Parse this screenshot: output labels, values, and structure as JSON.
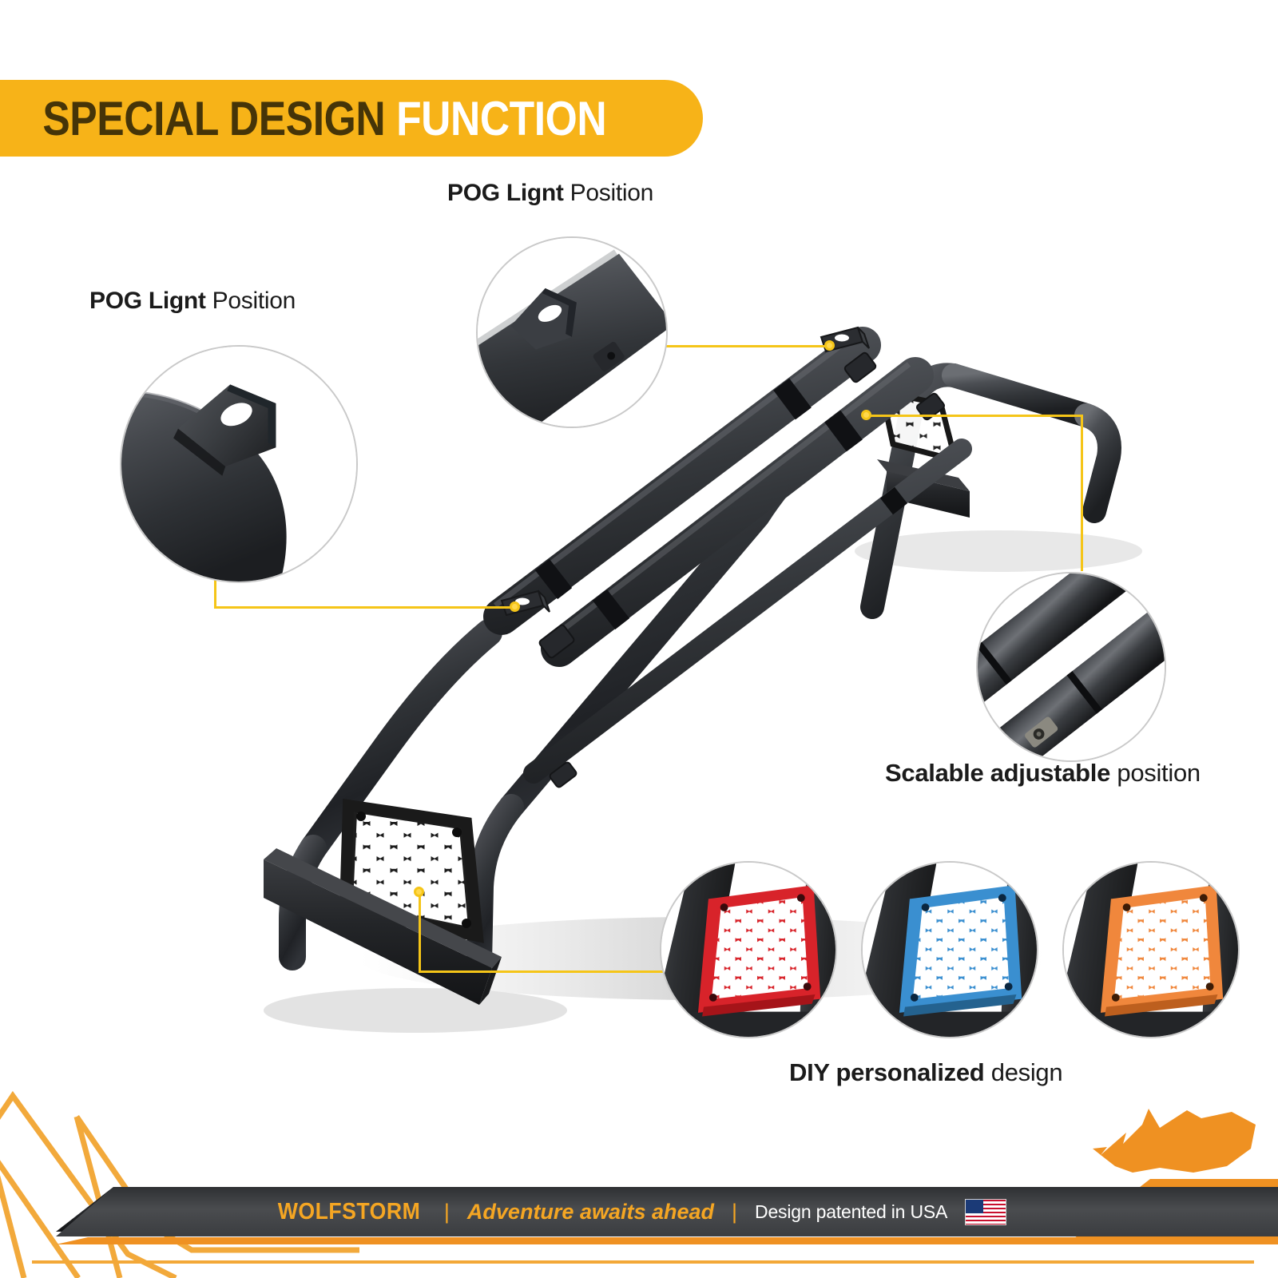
{
  "header": {
    "title_dark": "SPECIAL DESIGN",
    "title_light": "FUNCTION"
  },
  "callouts": [
    {
      "id": "pog-left",
      "bold": "POG Lignt",
      "regular": "Position"
    },
    {
      "id": "pog-top",
      "bold": "POG Lignt",
      "regular": "Position"
    },
    {
      "id": "scalable",
      "bold": "Scalable adjustable",
      "regular": "position"
    },
    {
      "id": "diy",
      "bold": "DIY personalized",
      "regular": "design"
    }
  ],
  "detail_circles": [
    {
      "id": "pog-bracket-left",
      "caption": "POG Lignt Position",
      "subject": "light-mount-bracket"
    },
    {
      "id": "pog-bracket-top",
      "caption": "POG Lignt Position",
      "subject": "light-mount-bracket"
    },
    {
      "id": "telescoping-tubes",
      "caption": "Scalable adjustable position",
      "subject": "adjustable-crossbar-joint"
    },
    {
      "id": "mesh-red",
      "caption": "DIY personalized design",
      "subject": "honeycomb-mesh-panel",
      "color": "#d8232a"
    },
    {
      "id": "mesh-blue",
      "caption": "DIY personalized design",
      "subject": "honeycomb-mesh-panel",
      "color": "#3a8fd0"
    },
    {
      "id": "mesh-orange",
      "caption": "DIY personalized design",
      "subject": "honeycomb-mesh-panel",
      "color": "#f0873c"
    }
  ],
  "product": {
    "name": "truck-bed-chase-rack-roll-bar",
    "finish": "textured black",
    "mesh_panel_color": "#1c1c1c"
  },
  "footer": {
    "brand": "WOLFSTORM",
    "divider_left": "|",
    "tagline": "Adventure awaits ahead",
    "divider_right": "|",
    "patent": "Design patented in USA",
    "flag": "us-flag"
  },
  "colors": {
    "accent_yellow": "#f7b318",
    "leader_yellow": "#f5c518",
    "brand_orange": "#f5a623",
    "header_text_dark": "#453408",
    "footer_bar": "#43454a",
    "mesh_red": "#d8232a",
    "mesh_blue": "#3a8fd0",
    "mesh_orange": "#f0873c"
  }
}
